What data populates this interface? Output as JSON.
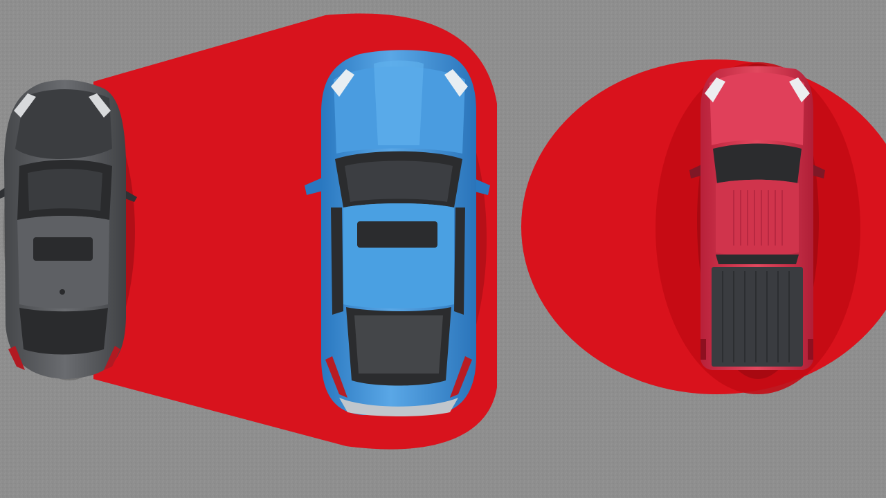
{
  "scene": {
    "description_tags": [
      "asphalt-road",
      "blind-spot-zones",
      "three-cars-top-view"
    ],
    "colors": {
      "road": "#8e8e8e",
      "road_dark": "#7c7c7c",
      "zone_red": "#d8121c",
      "zone_red_inner": "#c80d16",
      "gray_car": "#5b5d60",
      "gray_car_dark": "#3a3c3f",
      "blue_car": "#3a8fd6",
      "blue_car_light": "#5aa7e6",
      "blue_car_dark": "#1f5f9c",
      "red_truck": "#d9324a",
      "red_truck_dark": "#9b1d2c",
      "glass": "#2a2a2c",
      "glass_highlight": "#4a4c50"
    },
    "vehicles": [
      {
        "type": "coupe",
        "color_name": "gray",
        "direction": "up"
      },
      {
        "type": "suv",
        "color_name": "blue",
        "direction": "up"
      },
      {
        "type": "pickup-truck",
        "color_name": "red",
        "direction": "up"
      }
    ],
    "zones": [
      {
        "shape": "trapezoid-sensor-beam",
        "from": "gray-car",
        "covers": "blue-car"
      },
      {
        "shape": "ellipse",
        "around": "red-truck"
      }
    ]
  }
}
